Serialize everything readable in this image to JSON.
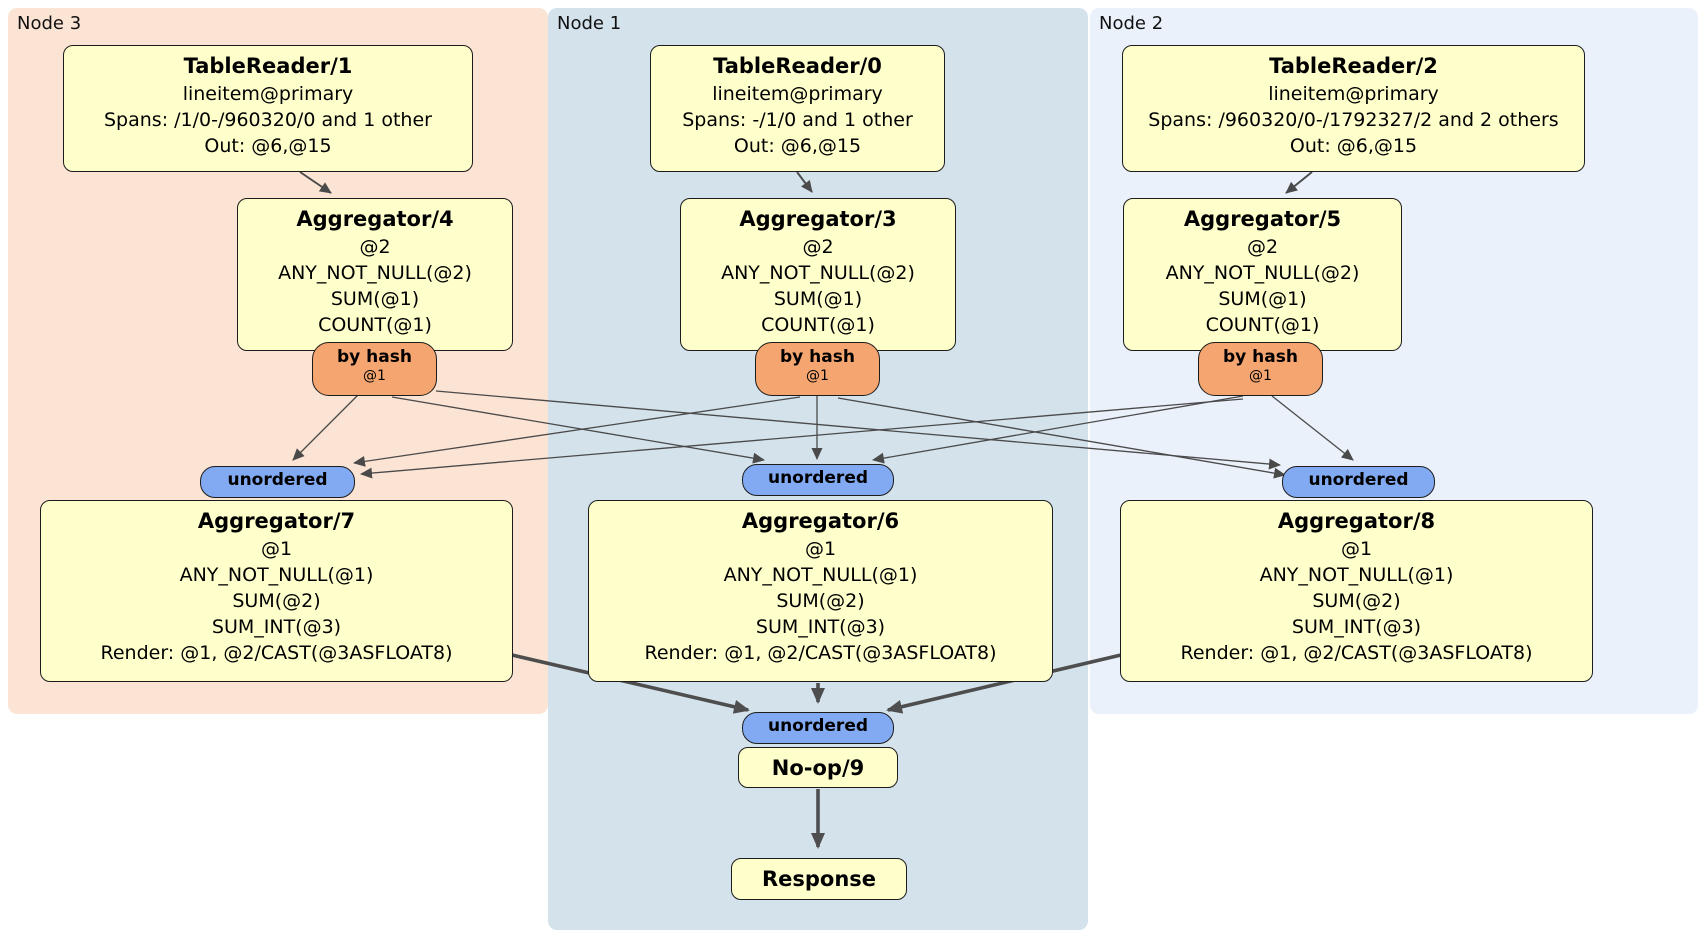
{
  "nodes": {
    "node3": {
      "label": "Node 3",
      "table_reader": {
        "title": "TableReader/1",
        "index": "lineitem@primary",
        "spans": "Spans: /1/0-/960320/0 and 1 other",
        "out": "Out: @6,@15"
      },
      "aggregator_top": {
        "title": "Aggregator/4",
        "lines": [
          "@2",
          "ANY_NOT_NULL(@2)",
          "SUM(@1)",
          "COUNT(@1)"
        ]
      },
      "router": {
        "label": "by hash",
        "detail": "@1"
      },
      "sync": {
        "label": "unordered"
      },
      "aggregator_bottom": {
        "title": "Aggregator/7",
        "lines": [
          "@1",
          "ANY_NOT_NULL(@1)",
          "SUM(@2)",
          "SUM_INT(@3)",
          "Render: @1, @2/CAST(@3ASFLOAT8)"
        ]
      }
    },
    "node1": {
      "label": "Node 1",
      "table_reader": {
        "title": "TableReader/0",
        "index": "lineitem@primary",
        "spans": "Spans: -/1/0 and 1 other",
        "out": "Out: @6,@15"
      },
      "aggregator_top": {
        "title": "Aggregator/3",
        "lines": [
          "@2",
          "ANY_NOT_NULL(@2)",
          "SUM(@1)",
          "COUNT(@1)"
        ]
      },
      "router": {
        "label": "by hash",
        "detail": "@1"
      },
      "sync": {
        "label": "unordered"
      },
      "aggregator_bottom": {
        "title": "Aggregator/6",
        "lines": [
          "@1",
          "ANY_NOT_NULL(@1)",
          "SUM(@2)",
          "SUM_INT(@3)",
          "Render: @1, @2/CAST(@3ASFLOAT8)"
        ]
      }
    },
    "node2": {
      "label": "Node 2",
      "table_reader": {
        "title": "TableReader/2",
        "index": "lineitem@primary",
        "spans": "Spans: /960320/0-/1792327/2 and 2 others",
        "out": "Out: @6,@15"
      },
      "aggregator_top": {
        "title": "Aggregator/5",
        "lines": [
          "@2",
          "ANY_NOT_NULL(@2)",
          "SUM(@1)",
          "COUNT(@1)"
        ]
      },
      "router": {
        "label": "by hash",
        "detail": "@1"
      },
      "sync": {
        "label": "unordered"
      },
      "aggregator_bottom": {
        "title": "Aggregator/8",
        "lines": [
          "@1",
          "ANY_NOT_NULL(@1)",
          "SUM(@2)",
          "SUM_INT(@3)",
          "Render: @1, @2/CAST(@3ASFLOAT8)"
        ]
      }
    }
  },
  "output": {
    "sync_label": "unordered",
    "noop_title": "No-op/9",
    "response_title": "Response"
  },
  "colors": {
    "node3_bg": "#fce4d5",
    "node1_bg": "#d4e2ec",
    "node2_bg": "#ebf1fb",
    "processor_box_fill": "#ffffcc",
    "router_pill_fill": "#f5a670",
    "sync_pill_fill": "#82aaf2",
    "edge": "#4a4a4a"
  }
}
